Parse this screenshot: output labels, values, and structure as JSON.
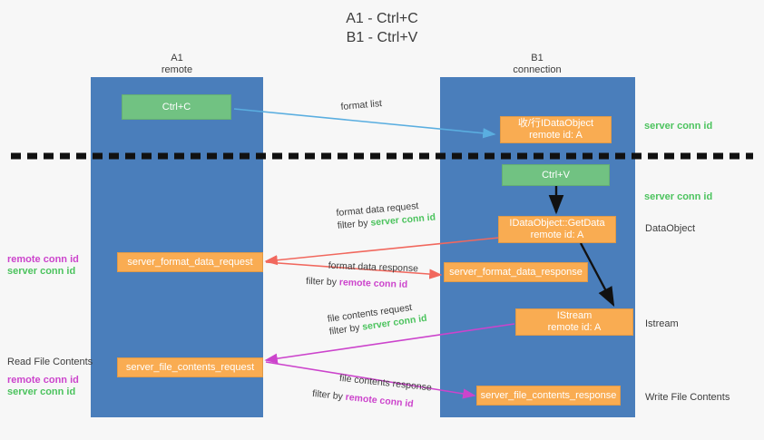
{
  "title": {
    "line1": "A1 - Ctrl+C",
    "line2": "B1 - Ctrl+V"
  },
  "colors": {
    "background": "#f7f7f7",
    "lane": "#4a7ebb",
    "box_orange": "#f9ac52",
    "box_green": "#71c282",
    "green_text": "#4cc35e",
    "magenta_text": "#cc44cc",
    "arrow_blue": "#5aaee0",
    "arrow_red": "#f1685e",
    "arrow_magenta": "#cc44cc",
    "arrow_black": "#111111",
    "divider": "#111111"
  },
  "lanes": [
    {
      "name": "A1",
      "sub": "remote"
    },
    {
      "name": "B1",
      "sub": "connection"
    }
  ],
  "boxes": [
    {
      "key": "ctrl_c",
      "l1": "Ctrl+C",
      "l2": "",
      "color": "green"
    },
    {
      "key": "idataobject_top",
      "l1": "收/行IDataObject",
      "l2": "remote id: A",
      "color": "orange"
    },
    {
      "key": "ctrl_v",
      "l1": "Ctrl+V",
      "l2": "",
      "color": "green"
    },
    {
      "key": "getdata",
      "l1": "IDataObject::GetData",
      "l2": "remote id: A",
      "color": "orange"
    },
    {
      "key": "fmt_req",
      "l1": "server_format_data_request",
      "l2": "",
      "color": "orange"
    },
    {
      "key": "fmt_resp",
      "l1": "server_format_data_response",
      "l2": "",
      "color": "orange"
    },
    {
      "key": "istream",
      "l1": "IStream",
      "l2": "remote id: A",
      "color": "orange"
    },
    {
      "key": "file_req",
      "l1": "server_file_contents_request",
      "l2": "",
      "color": "orange"
    },
    {
      "key": "file_resp",
      "l1": "server_file_contents_response",
      "l2": "",
      "color": "orange"
    }
  ],
  "annotations": {
    "format_list": "format list",
    "fmt_req_l1": "format data request",
    "fmt_req_l2_pre": "filter by ",
    "fmt_req_l2_key": "server conn id",
    "fmt_resp_l1": "format data response",
    "fmt_resp_l2_pre": "filter by ",
    "fmt_resp_l2_key": "remote conn id",
    "file_req_l1": "file contents request",
    "file_req_l2_pre": "filter by ",
    "file_req_l2_key": "server conn id",
    "file_resp_l1": "file contents response",
    "file_resp_l2_pre": "filter by ",
    "file_resp_l2_key": "remote conn id"
  },
  "side_labels": {
    "right_server_conn_top": "server conn id",
    "right_server_conn_mid": "server conn id",
    "right_dataobject": "DataObject",
    "right_istream": "Istream",
    "right_write_file": "Write File Contents",
    "left_remote_conn_1": "remote conn id",
    "left_server_conn_1": "server conn id",
    "left_read_file": "Read File Contents",
    "left_remote_conn_2": "remote conn id",
    "left_server_conn_2": "server conn id"
  }
}
